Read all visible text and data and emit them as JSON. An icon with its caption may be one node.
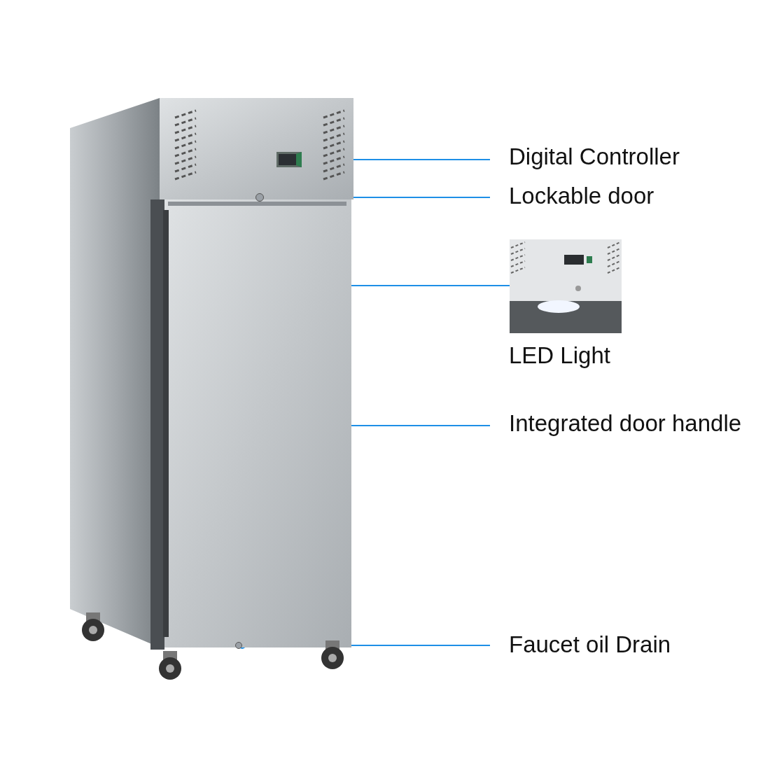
{
  "diagram": {
    "nodes": [
      {
        "text": [
          "Digital Controller"
        ]
      },
      {
        "text": [
          "Lockable door"
        ]
      },
      {
        "text": [],
        "shape": "picture"
      },
      {
        "text": [
          "LED Light"
        ]
      },
      {
        "text": [
          "Integrated door handle"
        ]
      },
      {
        "text": [
          "Faucet oil Drain"
        ]
      },
      {
        "text": [],
        "shape": "picture"
      },
      {
        "text": [],
        "shape": "box"
      },
      {
        "text": [],
        "shape": "circle",
        "in": 6
      },
      {
        "text": [],
        "shape": "bar",
        "in": 6
      },
      {
        "text": [],
        "shape": "bar",
        "in": 6
      },
      {
        "text": [],
        "shape": "circle",
        "in": 6
      }
    ],
    "edges": [
      {
        "from": 0,
        "to": 7,
        "arrow": "other"
      },
      {
        "from": 1,
        "to": 8,
        "arrow": "other"
      },
      {
        "from": 2,
        "to": 9,
        "arrow": "other"
      },
      {
        "from": 4,
        "to": 10,
        "arrow": "other"
      },
      {
        "from": 5,
        "to": 11,
        "arrow": "other"
      }
    ]
  }
}
